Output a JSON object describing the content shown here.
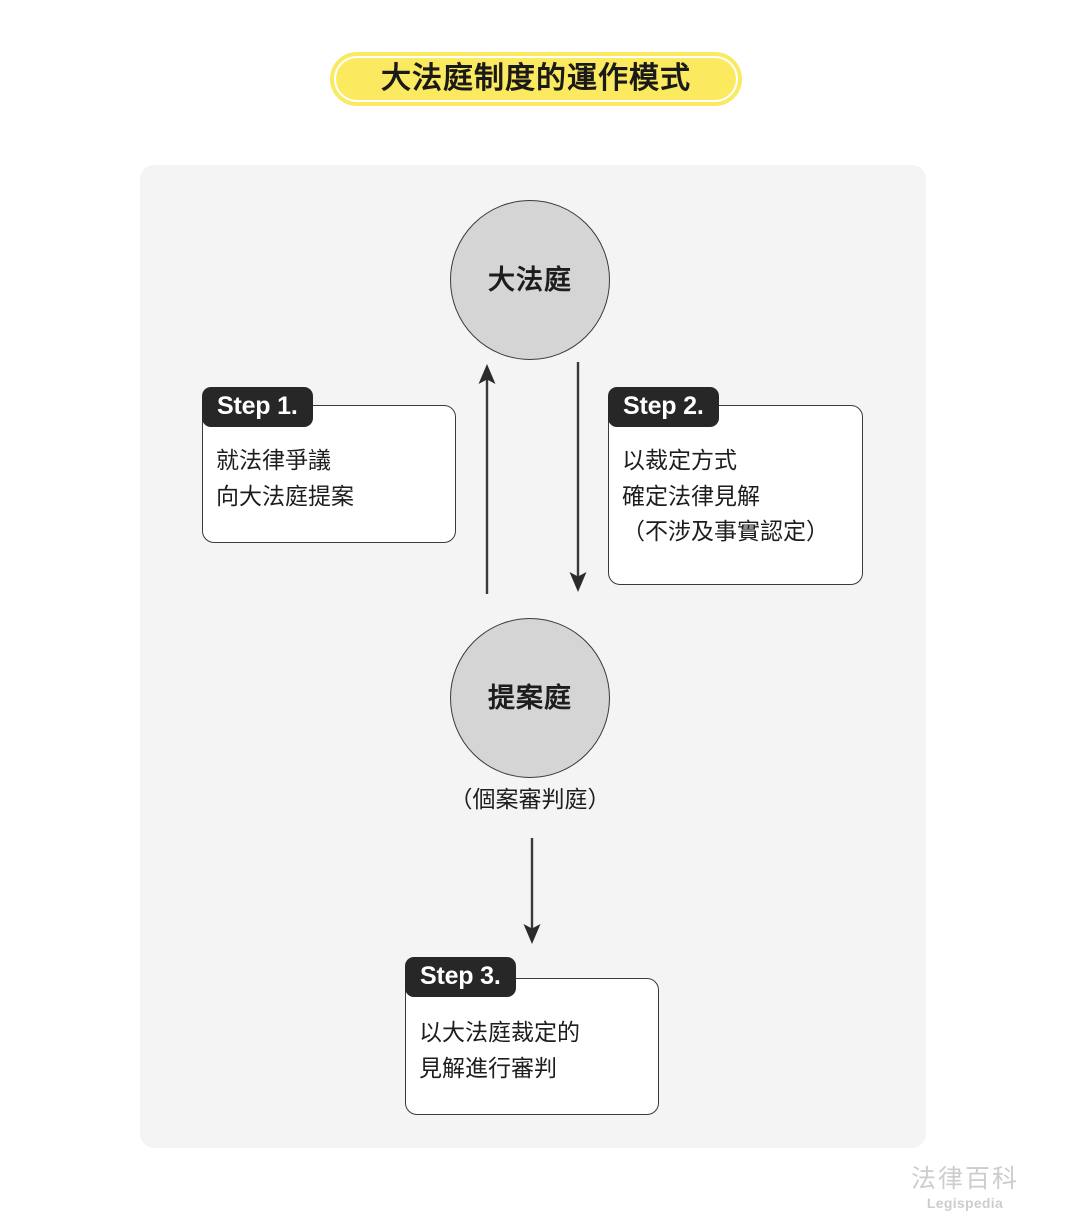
{
  "title": "大法庭制度的運作模式",
  "colors": {
    "title_pill": "#fbe95f",
    "panel_bg": "#f4f4f4",
    "circle_fill": "#d5d5d5",
    "step_tab_bg": "#272727",
    "ink": "#1d1d1d",
    "watermark": "#cdcdcd"
  },
  "nodes": {
    "top_circle": {
      "label": "大法庭"
    },
    "bottom_circle": {
      "label": "提案庭",
      "caption": "（個案審判庭）"
    }
  },
  "arrows": [
    {
      "name": "proposing-court-to-grand-chamber",
      "direction": "up"
    },
    {
      "name": "grand-chamber-to-proposing-court",
      "direction": "down"
    },
    {
      "name": "proposing-court-to-judgment",
      "direction": "down"
    }
  ],
  "steps": [
    {
      "tab": "Step 1.",
      "lines": [
        "就法律爭議",
        "向大法庭提案"
      ]
    },
    {
      "tab": "Step 2.",
      "lines": [
        "以裁定方式",
        "確定法律見解",
        "（不涉及事實認定）"
      ]
    },
    {
      "tab": "Step 3.",
      "lines": [
        "以大法庭裁定的",
        "見解進行審判"
      ]
    }
  ],
  "watermark": {
    "cn": "法律百科",
    "en": "Legispedia"
  }
}
